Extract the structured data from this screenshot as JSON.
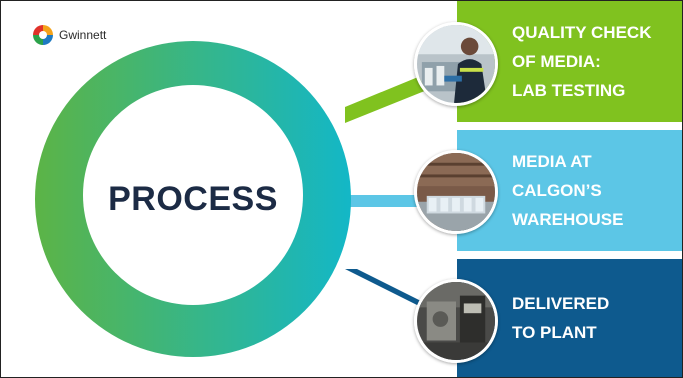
{
  "logo": {
    "name": "Gwinnett",
    "icon": "gwinnett-logo-icon"
  },
  "center": {
    "title": "PROCESS"
  },
  "steps": [
    {
      "lines": [
        "QUALITY CHECK",
        "OF MEDIA:",
        "LAB TESTING"
      ],
      "color": "#80c21f",
      "photo": "lab-worker-photo"
    },
    {
      "lines": [
        "MEDIA AT",
        "CALGON’S",
        "WAREHOUSE"
      ],
      "color": "#5cc6e6",
      "photo": "warehouse-photo"
    },
    {
      "lines": [
        "DELIVERED",
        "TO PLANT"
      ],
      "color": "#0e5a8e",
      "photo": "plant-equipment-photo"
    }
  ],
  "ring_gradient": {
    "start": "#5cb446",
    "end": "#13b7c7"
  }
}
